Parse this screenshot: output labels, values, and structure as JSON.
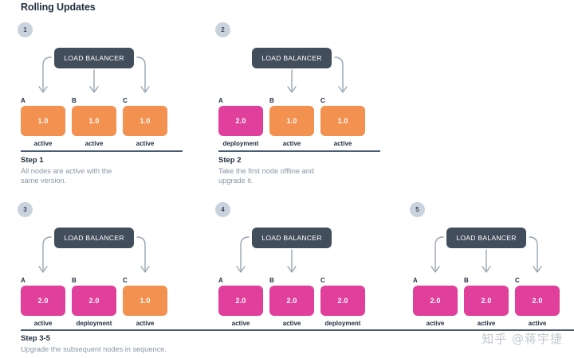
{
  "title": "Rolling Updates",
  "watermark": "知乎 @蒋宇捷",
  "colors": {
    "version_1_fill": "#f29150",
    "version_2_fill": "#e0409c",
    "load_balancer_fill": "#434e5c",
    "badge_fill": "#c9d2dd",
    "divider": "#4a5d72",
    "caption_text": "#8a97a6"
  },
  "load_balancer_label": "LOAD BALANCER",
  "panels": [
    {
      "badge": "1",
      "lb_label": "LOAD BALANCER",
      "nodes": [
        {
          "letter": "A",
          "version": "1.0",
          "state": "active",
          "variant": "v1",
          "has_arrow": true,
          "arrow": "left"
        },
        {
          "letter": "B",
          "version": "1.0",
          "state": "active",
          "variant": "v1",
          "has_arrow": true,
          "arrow": "straight"
        },
        {
          "letter": "C",
          "version": "1.0",
          "state": "active",
          "variant": "v1",
          "has_arrow": true,
          "arrow": "right"
        }
      ]
    },
    {
      "badge": "2",
      "lb_label": "LOAD BALANCER",
      "nodes": [
        {
          "letter": "A",
          "version": "2.0",
          "state": "deployment",
          "variant": "v2",
          "has_arrow": false,
          "arrow": "none"
        },
        {
          "letter": "B",
          "version": "1.0",
          "state": "active",
          "variant": "v1",
          "has_arrow": true,
          "arrow": "straight"
        },
        {
          "letter": "C",
          "version": "1.0",
          "state": "active",
          "variant": "v1",
          "has_arrow": true,
          "arrow": "right"
        }
      ]
    },
    {
      "badge": "3",
      "lb_label": "LOAD BALANCER",
      "nodes": [
        {
          "letter": "A",
          "version": "2.0",
          "state": "active",
          "variant": "v2",
          "has_arrow": true,
          "arrow": "left"
        },
        {
          "letter": "B",
          "version": "2.0",
          "state": "deployment",
          "variant": "v2",
          "has_arrow": false,
          "arrow": "none"
        },
        {
          "letter": "C",
          "version": "1.0",
          "state": "active",
          "variant": "v1",
          "has_arrow": true,
          "arrow": "right"
        }
      ]
    },
    {
      "badge": "4",
      "lb_label": "LOAD BALANCER",
      "nodes": [
        {
          "letter": "A",
          "version": "2.0",
          "state": "active",
          "variant": "v2",
          "has_arrow": true,
          "arrow": "left"
        },
        {
          "letter": "B",
          "version": "2.0",
          "state": "active",
          "variant": "v2",
          "has_arrow": true,
          "arrow": "straight"
        },
        {
          "letter": "C",
          "version": "2.0",
          "state": "deployment",
          "variant": "v2",
          "has_arrow": false,
          "arrow": "none"
        }
      ]
    },
    {
      "badge": "5",
      "lb_label": "LOAD BALANCER",
      "nodes": [
        {
          "letter": "A",
          "version": "2.0",
          "state": "active",
          "variant": "v2",
          "has_arrow": true,
          "arrow": "left"
        },
        {
          "letter": "B",
          "version": "2.0",
          "state": "active",
          "variant": "v2",
          "has_arrow": true,
          "arrow": "straight"
        },
        {
          "letter": "C",
          "version": "2.0",
          "state": "active",
          "variant": "v2",
          "has_arrow": true,
          "arrow": "right"
        }
      ]
    }
  ],
  "captions": [
    {
      "title": "Step 1",
      "line1": "All nodes are active with the",
      "line2": "same version."
    },
    {
      "title": "Step 2",
      "line1": "Take the first node offline and",
      "line2": "upgrade it."
    },
    {
      "title": "Step 3-5",
      "line1": "Upgrade the subsequent nodes in sequence.",
      "line2": ""
    }
  ]
}
